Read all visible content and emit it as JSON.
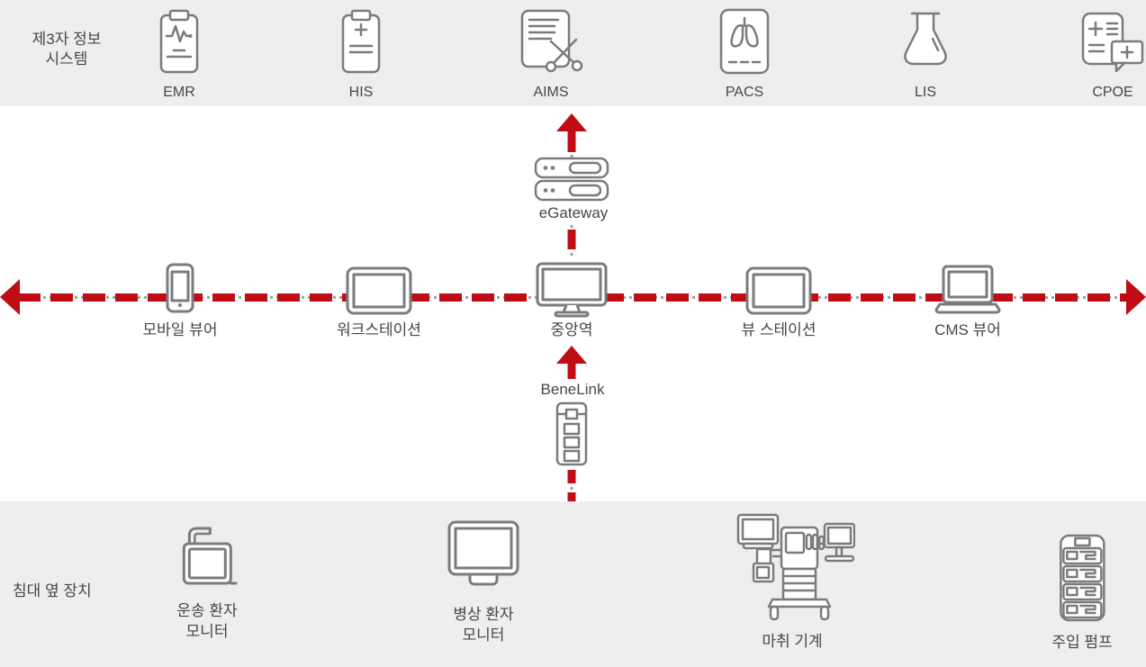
{
  "colors": {
    "band_bg": "#eeeeee",
    "line_red": "#c00d15",
    "icon_stroke": "#7a7b7e",
    "dot_gray": "#a0a1a4",
    "text": "#464749"
  },
  "top_band": {
    "title_line1": "제3자 정보",
    "title_line2": "시스템",
    "systems": [
      {
        "label": "EMR",
        "icon": "emr-clipboard-ecg-icon"
      },
      {
        "label": "HIS",
        "icon": "his-clipboard-plus-icon"
      },
      {
        "label": "AIMS",
        "icon": "aims-document-scissors-icon"
      },
      {
        "label": "PACS",
        "icon": "pacs-lungs-monitor-icon"
      },
      {
        "label": "LIS",
        "icon": "lis-flask-icon"
      },
      {
        "label": "CPOE",
        "icon": "cpoe-order-entry-icon"
      }
    ]
  },
  "gateway": {
    "label": "eGateway",
    "icon": "egateway-server-icon"
  },
  "network": {
    "devices": [
      {
        "label": "모바일 뷰어",
        "icon": "smartphone-icon"
      },
      {
        "label": "워크스테이션",
        "icon": "tablet-icon"
      },
      {
        "label": "중앙역",
        "icon": "central-station-monitor-icon"
      },
      {
        "label": "뷰 스테이션",
        "icon": "tablet-icon"
      },
      {
        "label": "CMS 뷰어",
        "icon": "laptop-icon"
      }
    ]
  },
  "benelink": {
    "label": "BeneLink",
    "icon": "benelink-module-icon"
  },
  "bottom_band": {
    "title": "침대 옆 장치",
    "devices": [
      {
        "line1": "운송 환자",
        "line2": "모니터",
        "icon": "transport-patient-monitor-icon"
      },
      {
        "line1": "병상 환자",
        "line2": "모니터",
        "icon": "bedside-patient-monitor-icon"
      },
      {
        "line1": "마취 기계",
        "line2": "",
        "icon": "anesthesia-machine-icon"
      },
      {
        "line1": "주입 펌프",
        "line2": "",
        "icon": "infusion-pump-icon"
      }
    ]
  }
}
